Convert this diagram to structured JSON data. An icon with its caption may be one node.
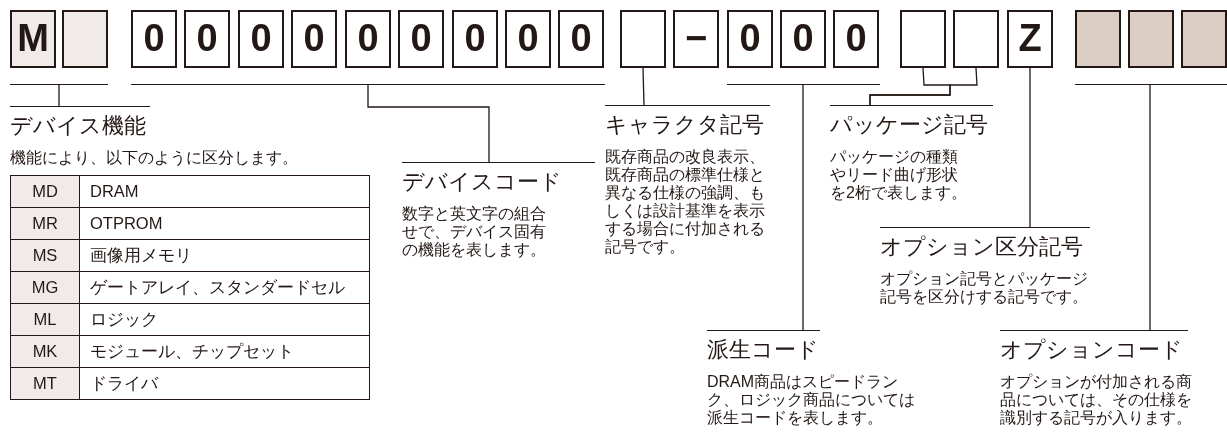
{
  "diagram": {
    "nodes": [
      {
        "text": [
          "M"
        ]
      },
      {
        "text": [],
        "shape": "box"
      },
      {
        "text": [
          "0"
        ]
      },
      {
        "text": [
          "0"
        ]
      },
      {
        "text": [
          "0"
        ]
      },
      {
        "text": [
          "0"
        ]
      },
      {
        "text": [
          "0"
        ]
      },
      {
        "text": [
          "0"
        ]
      },
      {
        "text": [
          "0"
        ]
      },
      {
        "text": [
          "0"
        ]
      },
      {
        "text": [
          "0"
        ]
      },
      {
        "text": [],
        "shape": "box"
      },
      {
        "text": [
          "−"
        ]
      },
      {
        "text": [
          "0"
        ]
      },
      {
        "text": [
          "0"
        ]
      },
      {
        "text": [
          "0"
        ]
      },
      {
        "text": [],
        "shape": "box"
      },
      {
        "text": [],
        "shape": "box"
      },
      {
        "text": [
          "Z"
        ]
      },
      {
        "text": [],
        "shape": "box"
      },
      {
        "text": [],
        "shape": "box"
      },
      {
        "text": [],
        "shape": "box"
      },
      {
        "text": [],
        "shape": "line"
      },
      {
        "text": [],
        "shape": "line"
      },
      {
        "text": [],
        "shape": "line"
      },
      {
        "text": [],
        "shape": "line"
      },
      {
        "text": [
          "デバイス機能",
          "機能により、以下のように区分します。"
        ]
      },
      {
        "text": [
          "デバイスコード",
          "数字と英文字の組合せで、デバイス固有の機能を表します。"
        ]
      },
      {
        "text": [
          "キャラクタ記号",
          "既存商品の改良表示、既存商品の標準仕様と異なる仕様の強調、もしくは設計基準を表示する場合に付加される記号です。"
        ]
      },
      {
        "text": [
          "パッケージ記号",
          "パッケージの種類やリード曲げ形状を2桁で表します。"
        ]
      },
      {
        "text": [
          "オプション区分記号",
          "オプション記号とパッケージ記号を区分けする記号です。"
        ]
      },
      {
        "text": [
          "派生コード",
          "DRAM商品はスピードランク、ロジック商品については派生コードを表します。"
        ]
      },
      {
        "text": [
          "オプションコード",
          "オプションが付加される商品については、その仕様を識別する記号が入ります。"
        ]
      }
    ],
    "edges": [
      {
        "from": 22,
        "to": 26,
        "arrow": "none"
      },
      {
        "from": 23,
        "to": 27,
        "arrow": "none"
      },
      {
        "from": 11,
        "to": 28,
        "arrow": "none"
      },
      {
        "from": 24,
        "to": 31,
        "arrow": "none"
      },
      {
        "from": 16,
        "to": 29,
        "arrow": "none"
      },
      {
        "from": 17,
        "to": 29,
        "arrow": "none"
      },
      {
        "from": 18,
        "to": 30,
        "arrow": "none"
      },
      {
        "from": 25,
        "to": 32,
        "arrow": "none"
      }
    ],
    "labels": [
      "MD",
      "DRAM",
      "MR",
      "OTPROM",
      "MS",
      "画像用メモリ",
      "MG",
      "ゲートアレイ、スタンダードセル",
      "ML",
      "ロジック",
      "MK",
      "モジュール、チップセット",
      "MT",
      "ドライバ"
    ]
  }
}
